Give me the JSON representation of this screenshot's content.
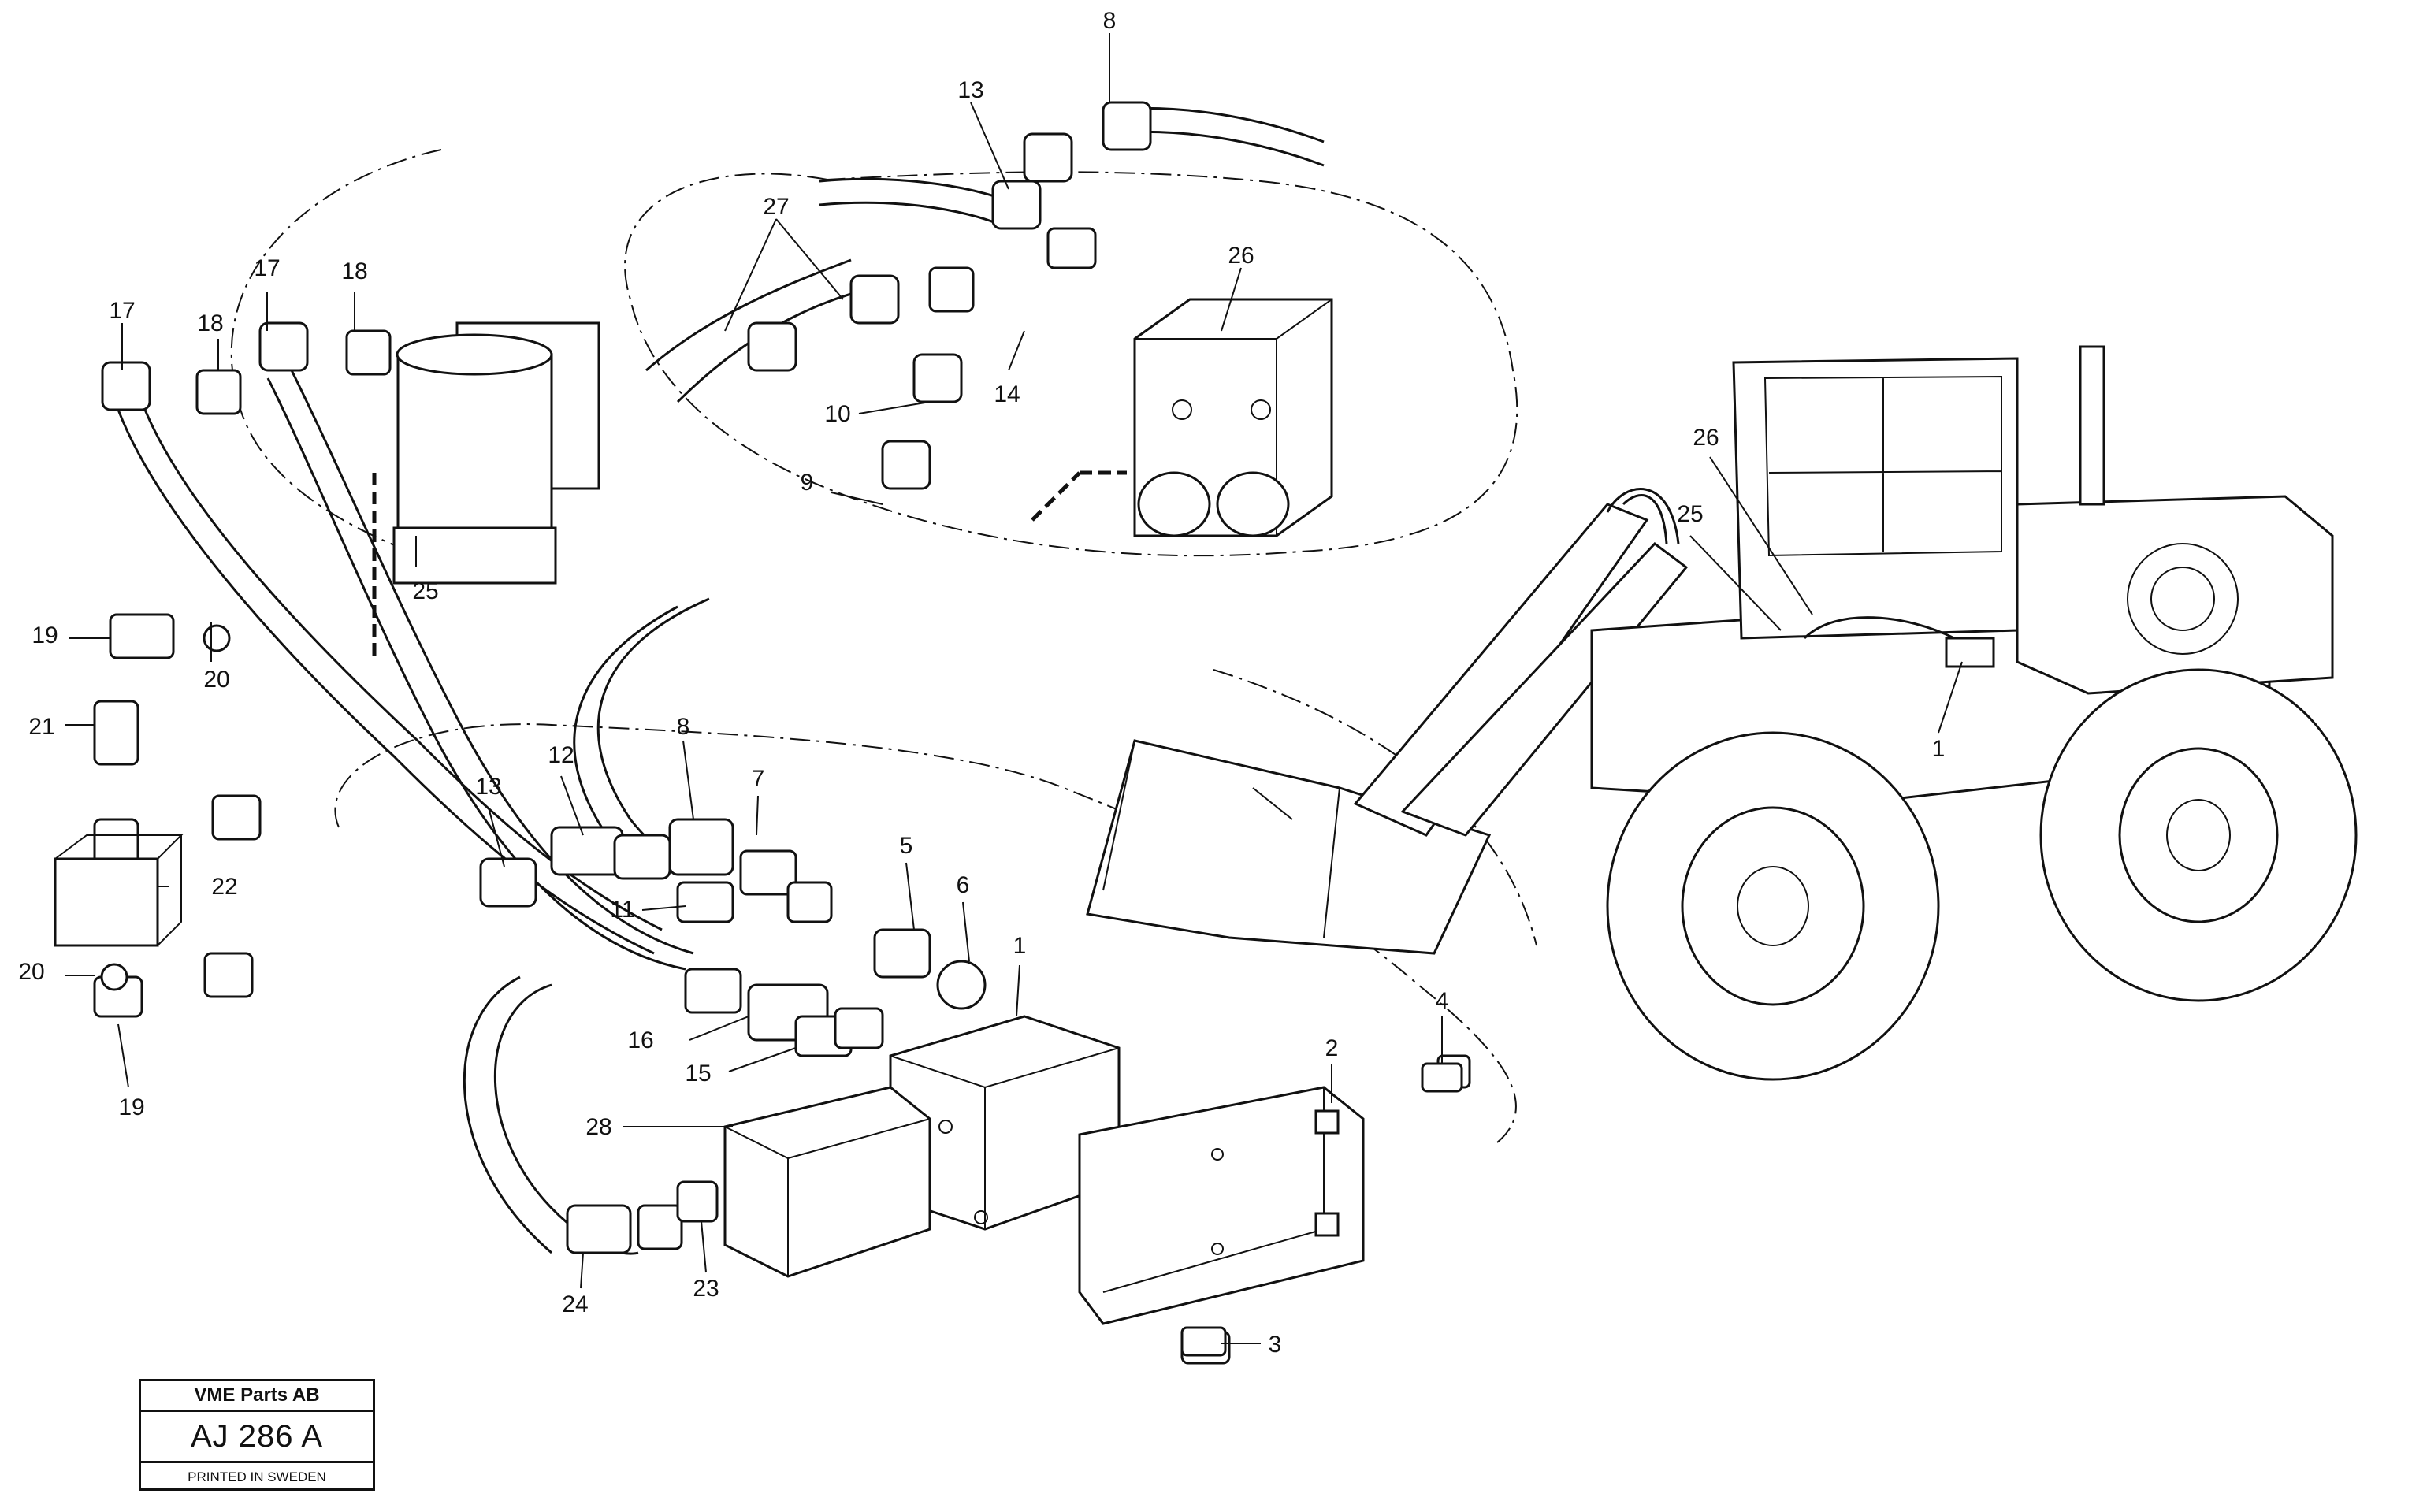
{
  "title_block": {
    "company": "VME Parts AB",
    "drawing_code": "AJ 286 A",
    "printed": "PRINTED IN SWEDEN"
  },
  "callouts": [
    {
      "id": "c8a",
      "text": "8"
    },
    {
      "id": "c13a",
      "text": "13"
    },
    {
      "id": "c27",
      "text": "27"
    },
    {
      "id": "c26a",
      "text": "26"
    },
    {
      "id": "c17a",
      "text": "17"
    },
    {
      "id": "c18a",
      "text": "18"
    },
    {
      "id": "c17b",
      "text": "17"
    },
    {
      "id": "c18b",
      "text": "18"
    },
    {
      "id": "c10",
      "text": "10"
    },
    {
      "id": "c14",
      "text": "14"
    },
    {
      "id": "c9",
      "text": "9"
    },
    {
      "id": "c25a",
      "text": "25"
    },
    {
      "id": "c19a",
      "text": "19"
    },
    {
      "id": "c20a",
      "text": "20"
    },
    {
      "id": "c21",
      "text": "21"
    },
    {
      "id": "c22",
      "text": "22"
    },
    {
      "id": "c20b",
      "text": "20"
    },
    {
      "id": "c19b",
      "text": "19"
    },
    {
      "id": "c12",
      "text": "12"
    },
    {
      "id": "c13b",
      "text": "13"
    },
    {
      "id": "c8b",
      "text": "8"
    },
    {
      "id": "c7",
      "text": "7"
    },
    {
      "id": "c11",
      "text": "11"
    },
    {
      "id": "c5",
      "text": "5"
    },
    {
      "id": "c6",
      "text": "6"
    },
    {
      "id": "c1a",
      "text": "1"
    },
    {
      "id": "c16",
      "text": "16"
    },
    {
      "id": "c15",
      "text": "15"
    },
    {
      "id": "c28",
      "text": "28"
    },
    {
      "id": "c2",
      "text": "2"
    },
    {
      "id": "c4",
      "text": "4"
    },
    {
      "id": "c24",
      "text": "24"
    },
    {
      "id": "c23",
      "text": "23"
    },
    {
      "id": "c3",
      "text": "3"
    },
    {
      "id": "c26b",
      "text": "26"
    },
    {
      "id": "c25b",
      "text": "25"
    },
    {
      "id": "c1b",
      "text": "1"
    }
  ]
}
